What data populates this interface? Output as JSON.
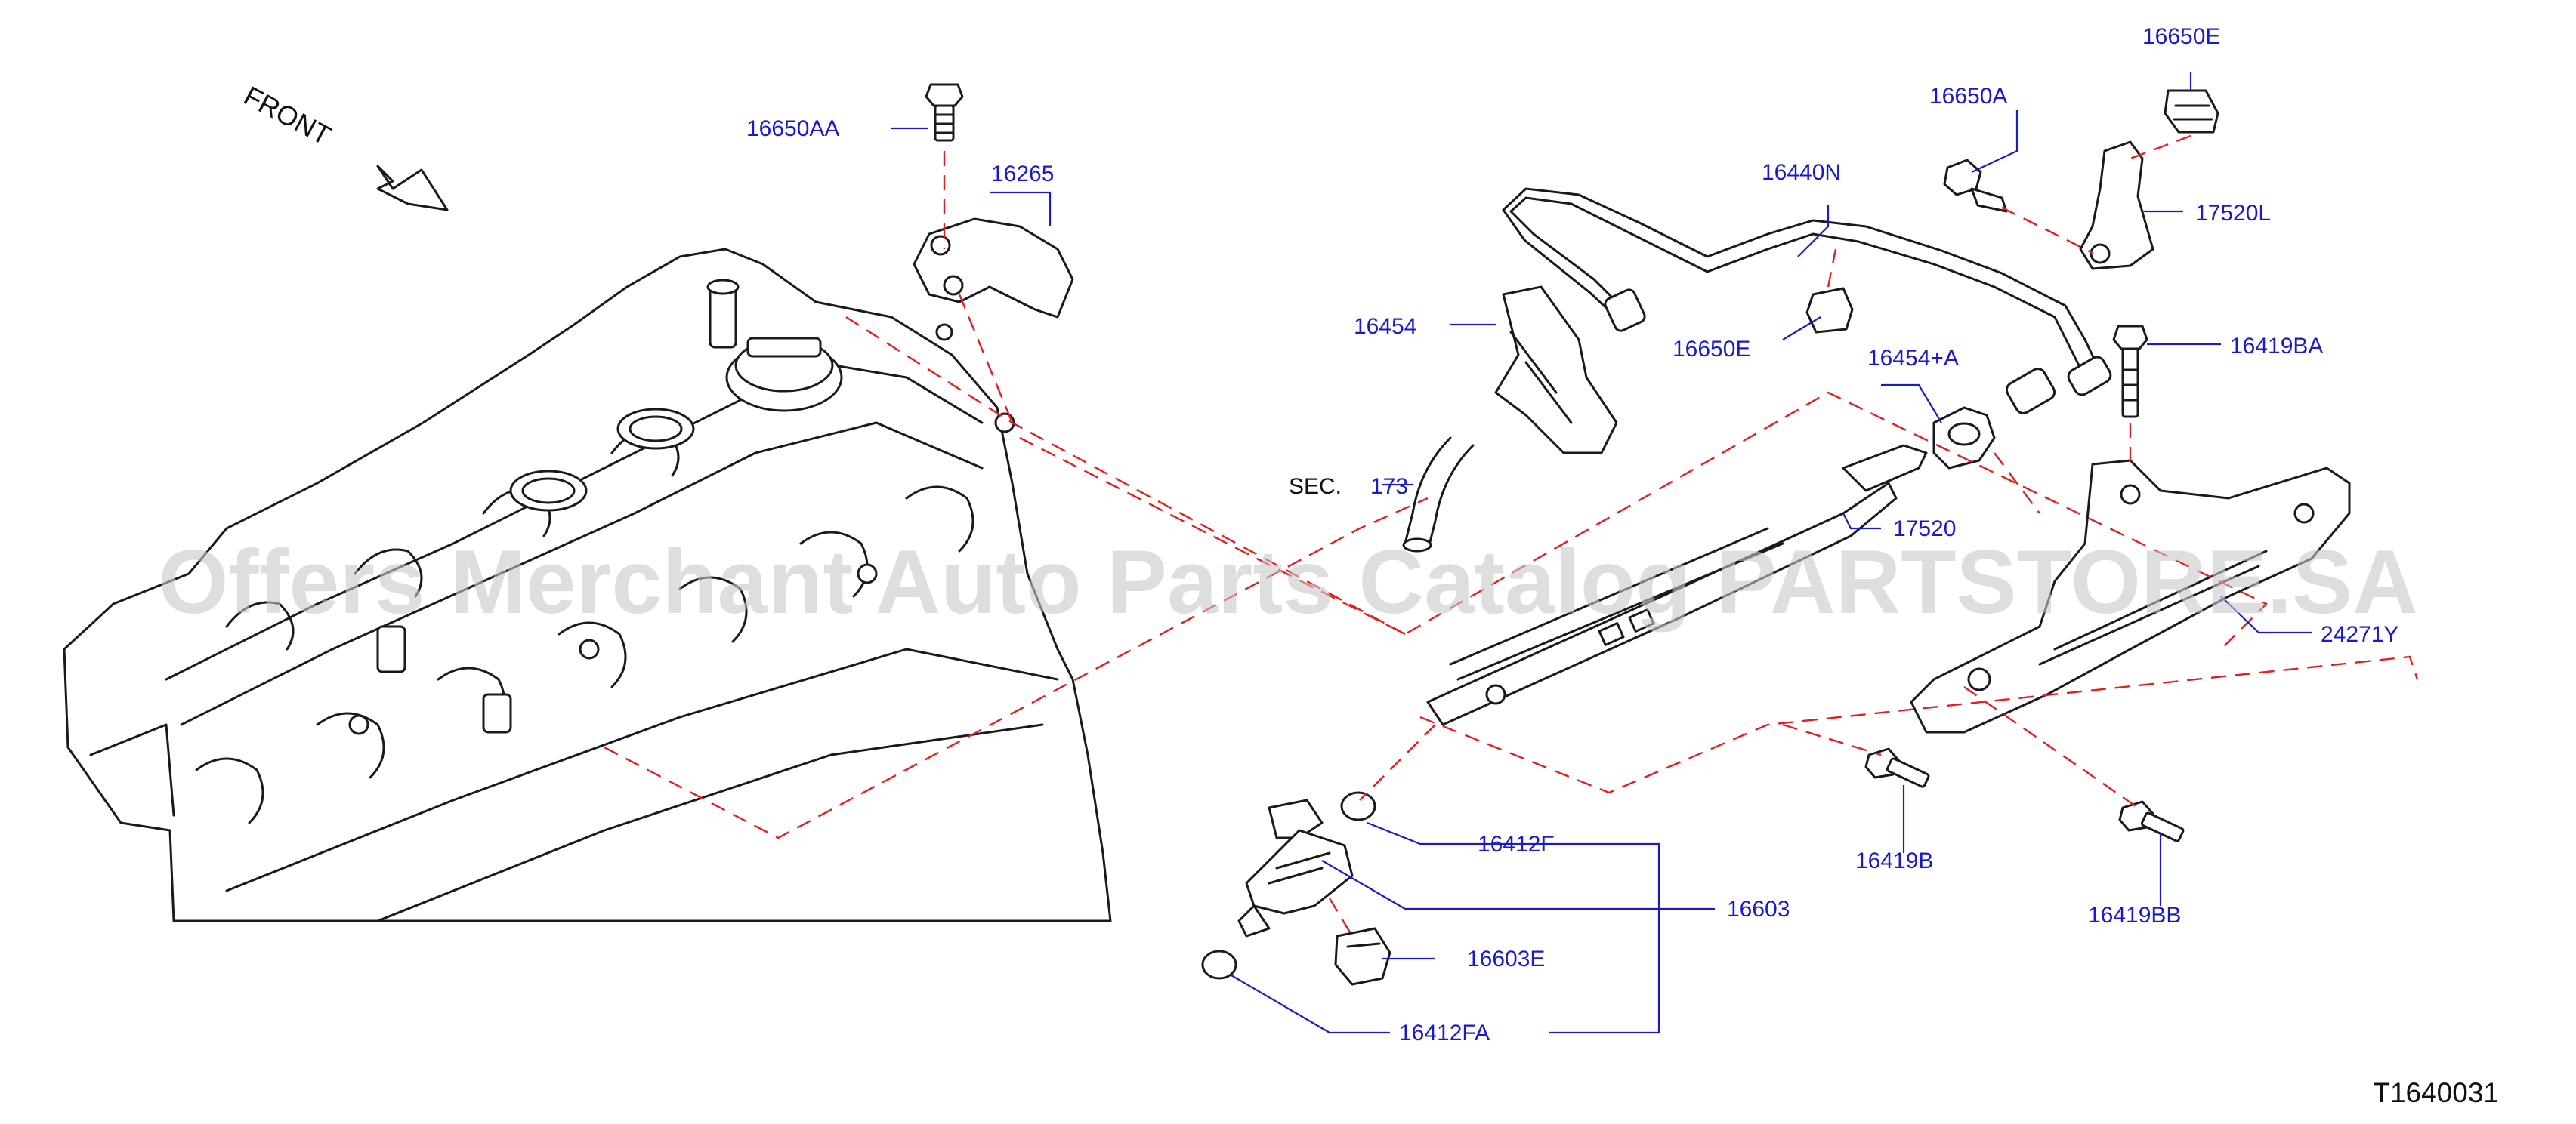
{
  "diagram": {
    "front_label": "FRONT",
    "drawing_number": "T1640031",
    "watermark": "Offers Merchant Auto Parts Catalog PARTSTORE.SA",
    "section_ref": {
      "prefix": "SEC.",
      "number": "173"
    },
    "parts": {
      "p16650AA": "16650AA",
      "p16265": "16265",
      "p16650E_top": "16650E",
      "p16650A": "16650A",
      "p16440N": "16440N",
      "p17520L": "17520L",
      "p16454": "16454",
      "p16650E_mid": "16650E",
      "p16454A": "16454+A",
      "p16419BA": "16419BA",
      "p17520": "17520",
      "p24271Y": "24271Y",
      "p16412F": "16412F",
      "p16419B": "16419B",
      "p16603": "16603",
      "p16419BB": "16419BB",
      "p16603E": "16603E",
      "p16412FA": "16412FA"
    }
  },
  "colors": {
    "label_blue": "#1a1acc",
    "line_black": "#1a1a1a",
    "dash_red": "#e02020",
    "watermark_gray": "#c8c8c8"
  }
}
